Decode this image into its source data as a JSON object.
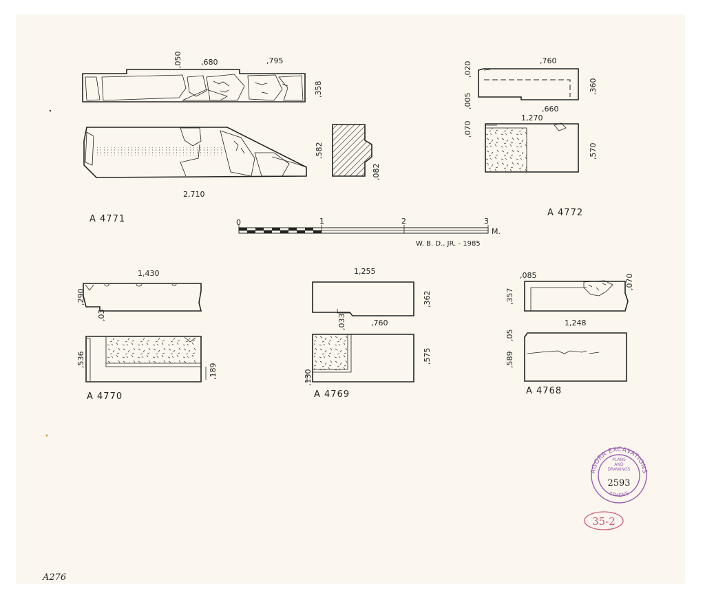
{
  "sheet": {
    "scale_bar": {
      "ticks": [
        "0",
        "1",
        "2",
        "3"
      ],
      "unit": "M.",
      "credit": "W. B. D., JR. - 1985"
    },
    "corner_note": "A276",
    "stamp": {
      "ring_top": "AGORA EXCAVATIONS",
      "ring_bottom": "ATHENS",
      "inner": [
        "PLANS",
        "AND",
        "DRAWINGS"
      ],
      "number": "2593",
      "sheet_mark": "35-2"
    }
  },
  "blocks": [
    {
      "id": "A 4771",
      "dims": {
        "top": [
          ",050",
          ",680",
          ",795"
        ],
        "side": [
          ",358",
          ",582",
          ",082"
        ],
        "bottom": "2,710"
      }
    },
    {
      "id": "A 4772",
      "dims": {
        "top": [
          ",760",
          ",660",
          "1,270"
        ],
        "side_left": [
          ",020",
          ",005",
          ",070"
        ],
        "side_right": [
          ",360",
          ",570"
        ]
      }
    },
    {
      "id": "A 4770",
      "dims": {
        "top": "1,430",
        "side": [
          ",290",
          ",03",
          ",536",
          ",189"
        ]
      }
    },
    {
      "id": "A 4769",
      "dims": {
        "top": [
          "1,255",
          ",760"
        ],
        "side": [
          ",362",
          ",033",
          ",575",
          ",130"
        ]
      }
    },
    {
      "id": "A 4768",
      "dims": {
        "top": [
          ",085",
          "1,248"
        ],
        "side": [
          ",070",
          ",357",
          ",05",
          ",589"
        ]
      }
    }
  ]
}
